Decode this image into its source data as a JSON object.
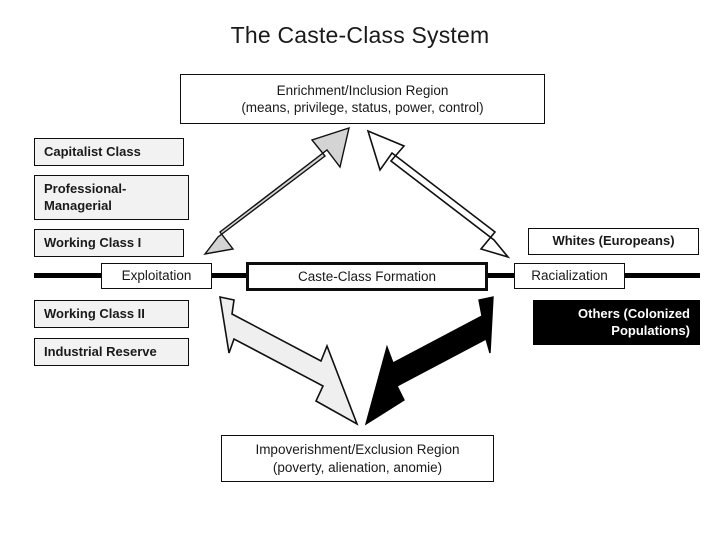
{
  "page": {
    "title": "The Caste-Class System",
    "background_color": "#ffffff",
    "text_color": "#1a1a1a"
  },
  "regions": {
    "top": {
      "line1": "Enrichment/Inclusion Region",
      "line2": "(means, privilege, status, power, control)"
    },
    "bottom": {
      "line1": "Impoverishment/Exclusion Region",
      "line2": "(poverty, alienation, anomie)"
    }
  },
  "class_stack": {
    "upper": [
      {
        "label": "Capitalist Class"
      },
      {
        "label_line1": "Professional-",
        "label_line2": "Managerial"
      },
      {
        "label": "Working Class I"
      }
    ],
    "lower": [
      {
        "label": "Working Class II"
      },
      {
        "label": "Industrial Reserve"
      }
    ]
  },
  "race_stack": {
    "upper": {
      "label": "Whites (Europeans)",
      "fill": "#ffffff",
      "text_color": "#1a1a1a"
    },
    "lower": {
      "label_line1": "Others (Colonized",
      "label_line2": "Populations)",
      "fill": "#000000",
      "text_color": "#ffffff"
    }
  },
  "axis": {
    "left_node": "Exploitation",
    "center_node": "Caste-Class Formation",
    "right_node": "Racialization",
    "line_color": "#000000"
  },
  "arrows": {
    "upper_left": {
      "name": "exploitation-to-enrichment",
      "fill": "#d4d4d4",
      "stroke": "#111111",
      "direction": "up-right"
    },
    "upper_right": {
      "name": "racialization-to-enrichment",
      "fill": "#ffffff",
      "stroke": "#111111",
      "direction": "up-left"
    },
    "lower_left": {
      "name": "exploitation-to-impoverishment",
      "fill": "#efefef",
      "stroke": "#111111",
      "direction": "down-right"
    },
    "lower_right": {
      "name": "racialization-to-impoverishment",
      "fill": "#000000",
      "stroke": "#000000",
      "direction": "down-left"
    }
  }
}
